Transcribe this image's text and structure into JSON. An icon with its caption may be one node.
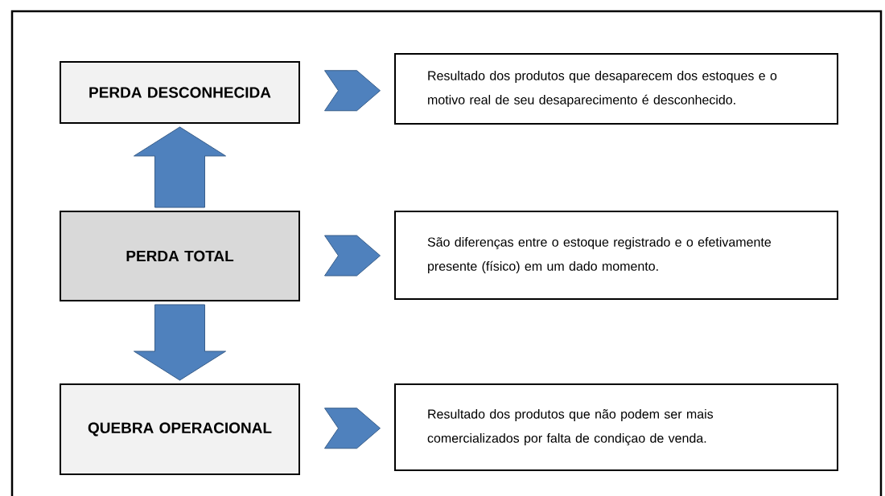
{
  "diagram": {
    "nodes": [
      {
        "text": [
          "PERDA DESCONHECIDA"
        ]
      },
      {
        "text": [
          "Resultado dos produtos que desaparecem dos estoques e o motivo real de seu desaparecimento é desconhecido."
        ]
      },
      {
        "text": [
          "PERDA TOTAL"
        ]
      },
      {
        "text": [
          "São diferenças entre o estoque registrado e o efetivamente presente (físico) em um dado momento."
        ]
      },
      {
        "text": [
          "QUEBRA OPERACIONAL"
        ]
      },
      {
        "text": [
          "Resultado dos produtos que não podem ser mais comercializados por falta de condiçao de venda."
        ]
      }
    ],
    "edges": [
      {
        "from": 0,
        "to": 1,
        "arrow": "to"
      },
      {
        "from": 2,
        "to": 0,
        "arrow": "to",
        "style": "thick"
      },
      {
        "from": 2,
        "to": 3,
        "arrow": "to"
      },
      {
        "from": 2,
        "to": 4,
        "arrow": "to",
        "style": "thick"
      },
      {
        "from": 4,
        "to": 5,
        "arrow": "to"
      }
    ]
  }
}
